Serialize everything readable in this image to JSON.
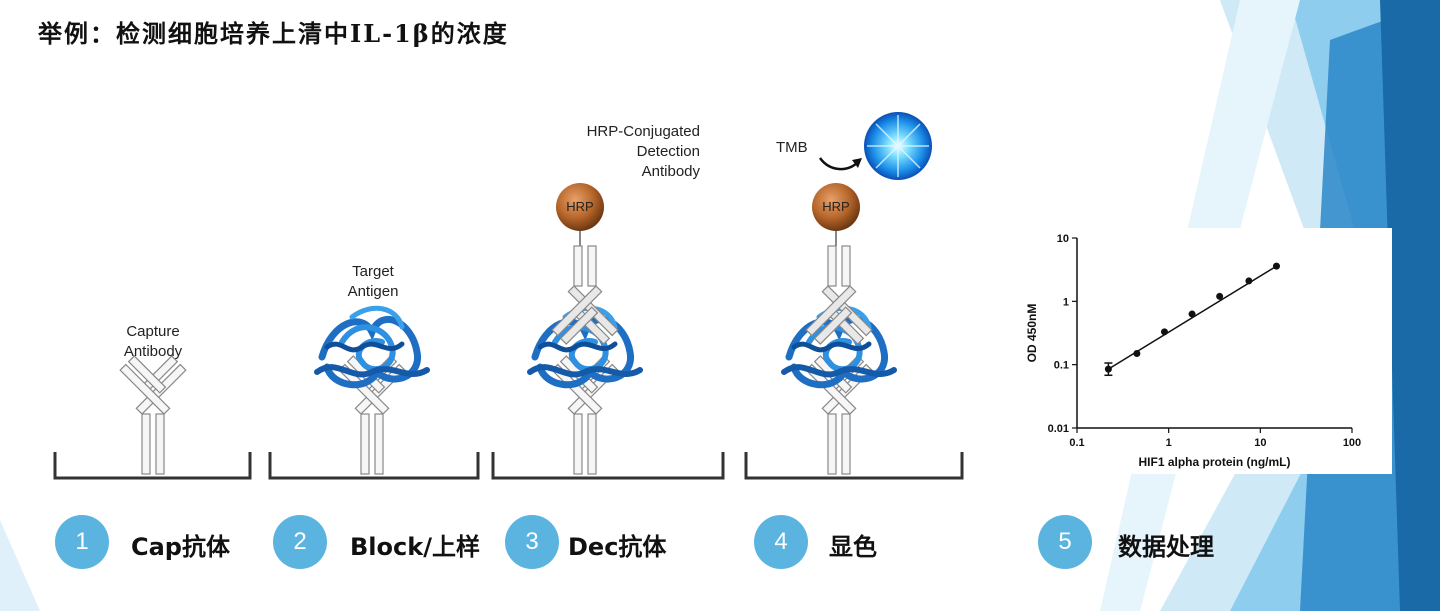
{
  "title": "举例：检测细胞培养上清中IL-1β的浓度",
  "labels": {
    "capture": [
      "Capture",
      "Antibody"
    ],
    "target": [
      "Target",
      "Antigen"
    ],
    "detection": [
      "HRP-Conjugated",
      "Detection",
      "Antibody"
    ],
    "tmb": "TMB",
    "hrp": "HRP"
  },
  "steps": [
    {
      "num": "1",
      "text": "Cap抗体"
    },
    {
      "num": "2",
      "text": "Block/上样"
    },
    {
      "num": "3",
      "text": "Dec抗体"
    },
    {
      "num": "4",
      "text": "显色"
    },
    {
      "num": "5",
      "text": "数据处理"
    }
  ],
  "colors": {
    "step_circle": "#5bb4e0",
    "hrp_ball": "#b5652a",
    "antigen": "#1e6fc4",
    "background_accent": "#2a87c8"
  },
  "chart_data": {
    "type": "line",
    "xscale": "log",
    "yscale": "log",
    "xlim": [
      0.1,
      100
    ],
    "ylim": [
      0.01,
      10
    ],
    "xlabel": "HIF1 alpha protein (ng/mL)",
    "ylabel": "OD 450nM",
    "xticks": [
      "0.1",
      "1",
      "10",
      "100"
    ],
    "yticks": [
      "0.01",
      "0.1",
      "1",
      "10"
    ],
    "points": [
      {
        "x": 0.22,
        "y": 0.085
      },
      {
        "x": 0.45,
        "y": 0.15
      },
      {
        "x": 0.9,
        "y": 0.33
      },
      {
        "x": 1.8,
        "y": 0.63
      },
      {
        "x": 3.6,
        "y": 1.2
      },
      {
        "x": 7.5,
        "y": 2.1
      },
      {
        "x": 15,
        "y": 3.6
      }
    ]
  }
}
